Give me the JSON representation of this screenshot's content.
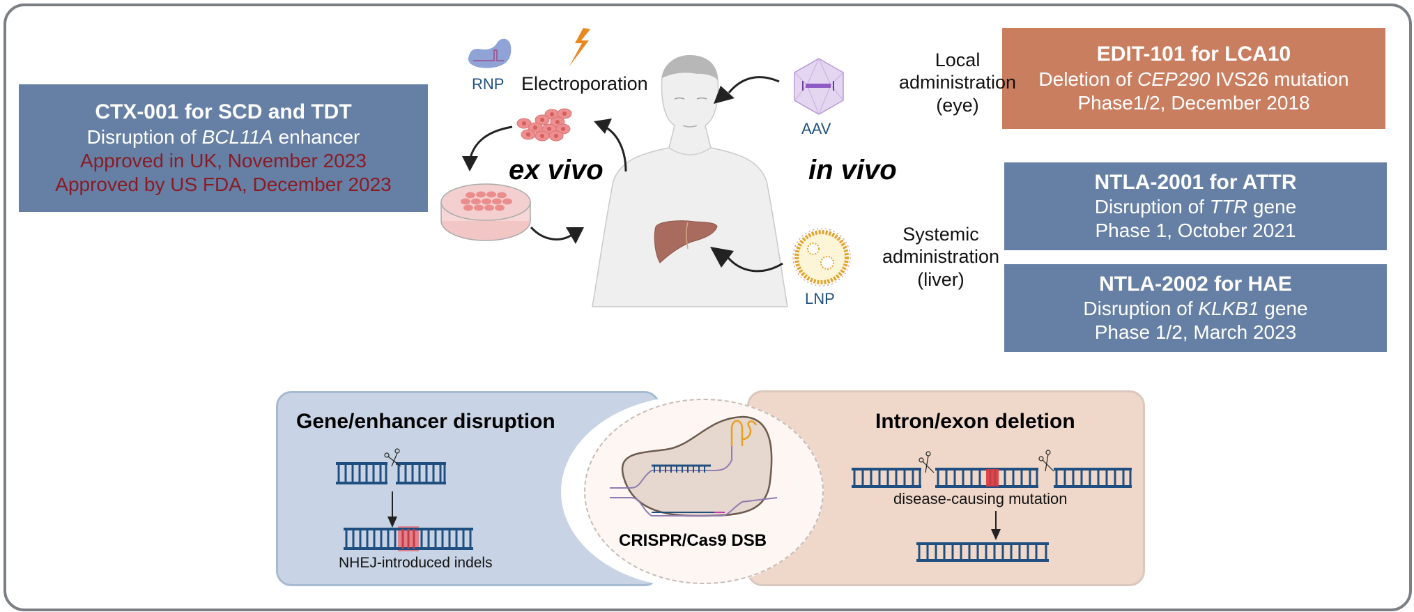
{
  "figure": {
    "ex_vivo_label": "ex vivo",
    "in_vivo_label": "in vivo",
    "delivery": {
      "rnp_label": "RNP",
      "electroporation_label": "Electroporation",
      "aav_label": "AAV",
      "lnp_label": "LNP",
      "local_admin": [
        "Local",
        "administration",
        "(eye)"
      ],
      "systemic_admin": [
        "Systemic",
        "administration",
        "(liver)"
      ]
    },
    "therapies": [
      {
        "title": "CTX-001 for SCD and TDT",
        "line1_prefix": "Disruption of ",
        "line1_gene": "BCL11A",
        "line1_suffix": " enhancer",
        "status": [
          "Approved in UK, November 2023",
          "Approved by US FDA, December 2023"
        ],
        "color": "#6680a5",
        "status_color": "#8a1b24"
      },
      {
        "title": "EDIT-101 for LCA10",
        "line1_prefix": "Deletion of ",
        "line1_gene": "CEP290",
        "line1_suffix": " IVS26 mutation",
        "status": [
          "Phase1/2, December 2018"
        ],
        "color": "#ca7e60"
      },
      {
        "title": "NTLA-2001 for ATTR",
        "line1_prefix": "Disruption of ",
        "line1_gene": "TTR",
        "line1_suffix": " gene",
        "status": [
          "Phase 1, October 2021"
        ],
        "color": "#6680a5"
      },
      {
        "title": "NTLA-2002 for HAE",
        "line1_prefix": "Disruption of ",
        "line1_gene": "KLKB1",
        "line1_suffix": " gene",
        "status": [
          "Phase 1/2, March 2023"
        ],
        "color": "#6680a5"
      }
    ],
    "mechanisms": {
      "left_title": "Gene/enhancer disruption",
      "left_caption": "NHEJ-introduced indels",
      "center_label": "CRISPR/Cas9 DSB",
      "right_title": "Intron/exon deletion",
      "right_caption": "disease-causing mutation"
    }
  }
}
